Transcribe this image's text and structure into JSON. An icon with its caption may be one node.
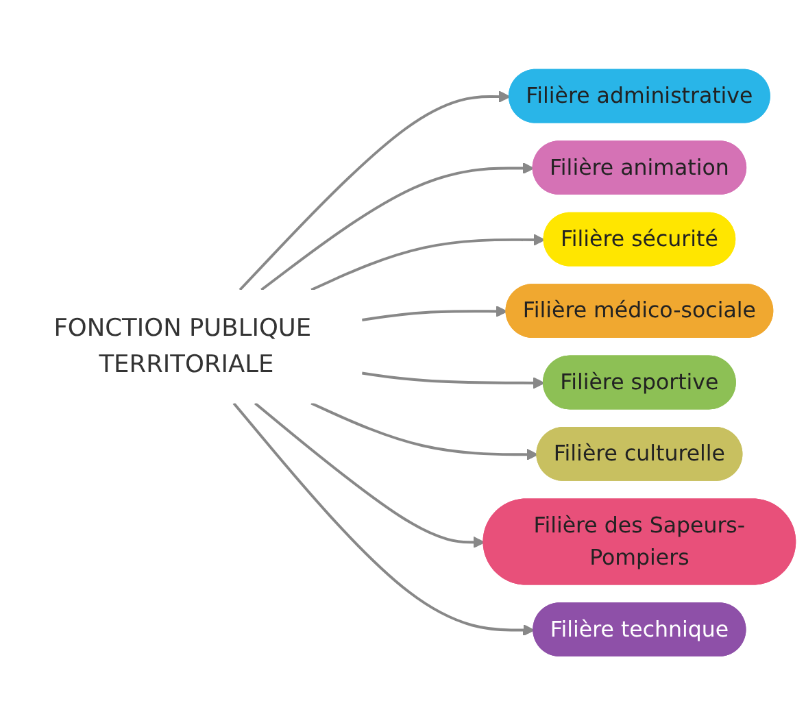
{
  "diagram": {
    "nodes": [
      {
        "text": [
          "FONCTION PUBLIQUE TERRITORIALE"
        ]
      },
      {
        "text": [
          "Filière administrative"
        ]
      },
      {
        "text": [
          "Filière animation"
        ]
      },
      {
        "text": [
          "Filière sécurité"
        ]
      },
      {
        "text": [
          "Filière médico-sociale"
        ]
      },
      {
        "text": [
          "Filière sportive"
        ]
      },
      {
        "text": [
          "Filière culturelle"
        ]
      },
      {
        "text": [
          "Filière des Sapeurs-Pompiers"
        ]
      },
      {
        "text": [
          "Filière technique"
        ]
      }
    ],
    "edges": [
      {
        "from": 0,
        "to": 1,
        "arrow": "to"
      },
      {
        "from": 0,
        "to": 2,
        "arrow": "to"
      },
      {
        "from": 0,
        "to": 3,
        "arrow": "to"
      },
      {
        "from": 0,
        "to": 4,
        "arrow": "to"
      },
      {
        "from": 0,
        "to": 5,
        "arrow": "to"
      },
      {
        "from": 0,
        "to": 6,
        "arrow": "to"
      },
      {
        "from": 0,
        "to": 7,
        "arrow": "to"
      },
      {
        "from": 0,
        "to": 8,
        "arrow": "to"
      }
    ]
  }
}
